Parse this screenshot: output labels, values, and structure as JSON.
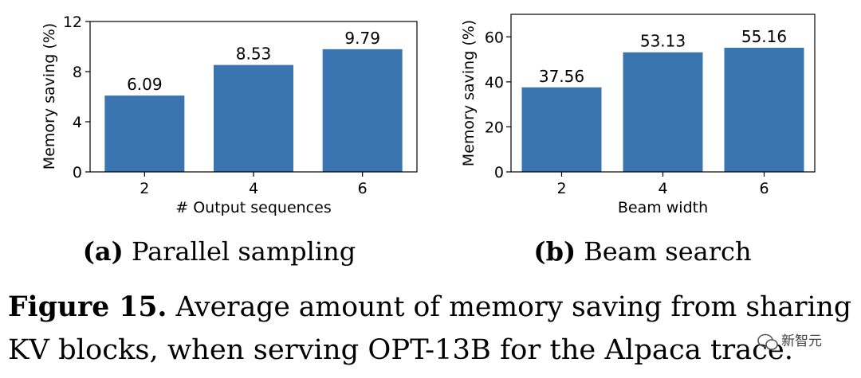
{
  "chart_data": [
    {
      "type": "bar",
      "categories": [
        "2",
        "4",
        "6"
      ],
      "values": [
        6.09,
        8.53,
        9.79
      ],
      "value_labels": [
        "6.09",
        "8.53",
        "9.79"
      ],
      "xlabel": "# Output sequences",
      "ylabel": "Memory saving (%)",
      "ylim": [
        0,
        12
      ],
      "yticks": [
        "0",
        "4",
        "8",
        "12"
      ],
      "ytick_values": [
        0,
        4,
        8,
        12
      ],
      "bar_color": "#3b75af",
      "grid": false,
      "subcaption_prefix": "(a)",
      "subcaption_text": "Parallel sampling"
    },
    {
      "type": "bar",
      "categories": [
        "2",
        "4",
        "6"
      ],
      "values": [
        37.56,
        53.13,
        55.16
      ],
      "value_labels": [
        "37.56",
        "53.13",
        "55.16"
      ],
      "xlabel": "Beam width",
      "ylabel": "Memory saving (%)",
      "ylim": [
        0,
        70
      ],
      "yticks": [
        "0",
        "20",
        "40",
        "60"
      ],
      "ytick_values": [
        0,
        20,
        40,
        60
      ],
      "bar_color": "#3b75af",
      "grid": false,
      "subcaption_prefix": "(b)",
      "subcaption_text": "Beam search"
    }
  ],
  "caption": {
    "label": "Figure 15.",
    "line1": "Average amount of memory saving from sharing",
    "line2": "KV blocks, when serving OPT-13B for the Alpaca trace."
  },
  "watermark": {
    "text": "新智元",
    "icon": "wechat-icon"
  }
}
